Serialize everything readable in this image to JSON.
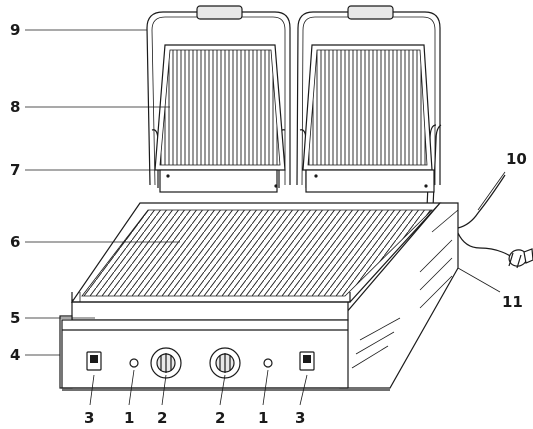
{
  "diagram": {
    "subject": "contact grill (panini press)",
    "callouts": [
      "9",
      "8",
      "7",
      "6",
      "5",
      "4",
      "10",
      "11"
    ],
    "bottom_callouts": [
      "3",
      "1",
      "2",
      "2",
      "1",
      "3"
    ]
  },
  "icons": [
    "power-switch-icon",
    "indicator-lamp-icon",
    "thermostat-knob-icon",
    "power-plug-icon"
  ]
}
